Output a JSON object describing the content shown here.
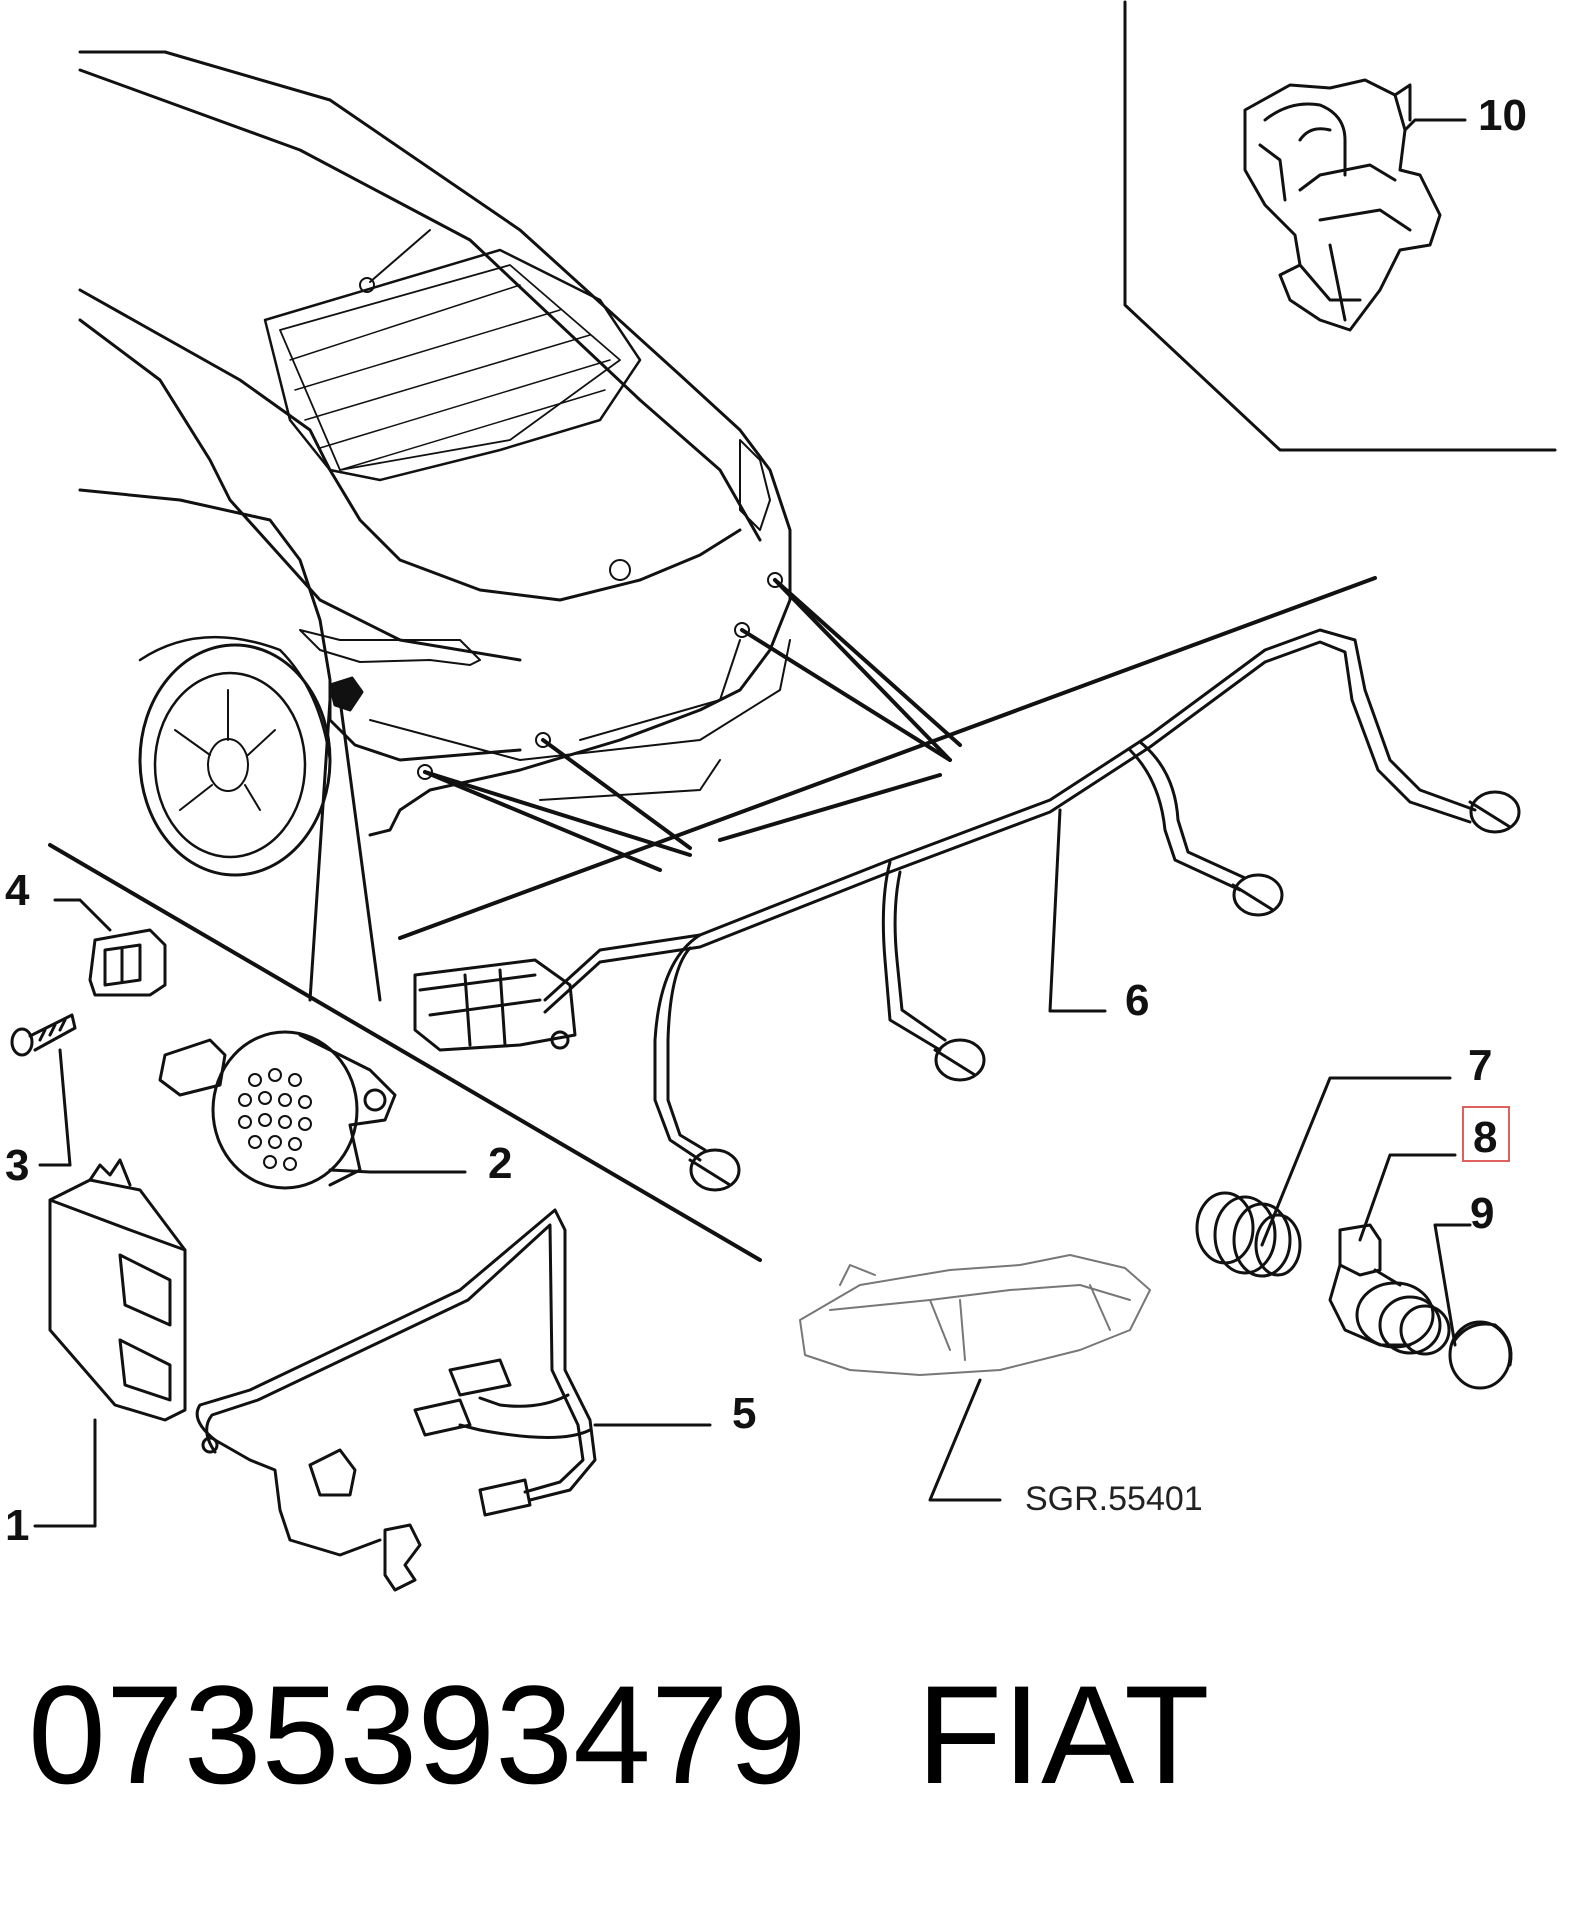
{
  "callouts": {
    "c1": "1",
    "c2": "2",
    "c3": "3",
    "c4": "4",
    "c5": "5",
    "c6": "6",
    "c7": "7",
    "c8": "8",
    "c9": "9",
    "c10": "10"
  },
  "reference_label": "SGR.55401",
  "highlighted_callout": "8",
  "highlight_color": "#e06060",
  "footer": {
    "part_number": "0735393479",
    "brand": "FIAT"
  }
}
